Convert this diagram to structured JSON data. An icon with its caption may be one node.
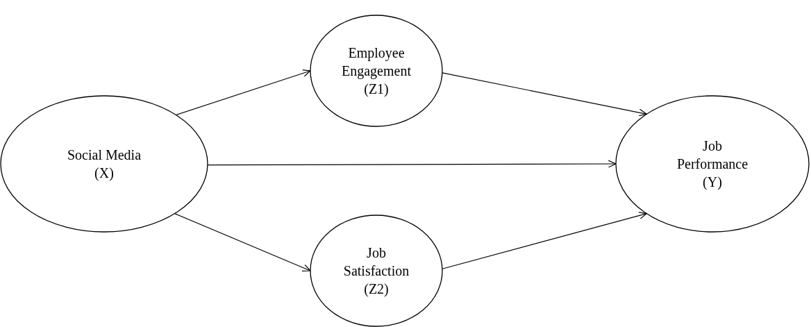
{
  "diagram": {
    "nodes": [
      {
        "text": [
          "Social Media",
          "(X)"
        ]
      },
      {
        "text": [
          "Employee Engagement",
          "(Z1)"
        ]
      },
      {
        "text": [
          "Job Satisfaction",
          "(Z2)"
        ]
      },
      {
        "text": [
          "Job Performance",
          "(Y)"
        ]
      }
    ],
    "edges": [
      {
        "from": 0,
        "to": 1,
        "arrow": "to"
      },
      {
        "from": 0,
        "to": 3,
        "arrow": "to"
      },
      {
        "from": 0,
        "to": 2,
        "arrow": "to"
      },
      {
        "from": 1,
        "to": 3,
        "arrow": "to"
      },
      {
        "from": 2,
        "to": 3,
        "arrow": "to"
      }
    ]
  }
}
